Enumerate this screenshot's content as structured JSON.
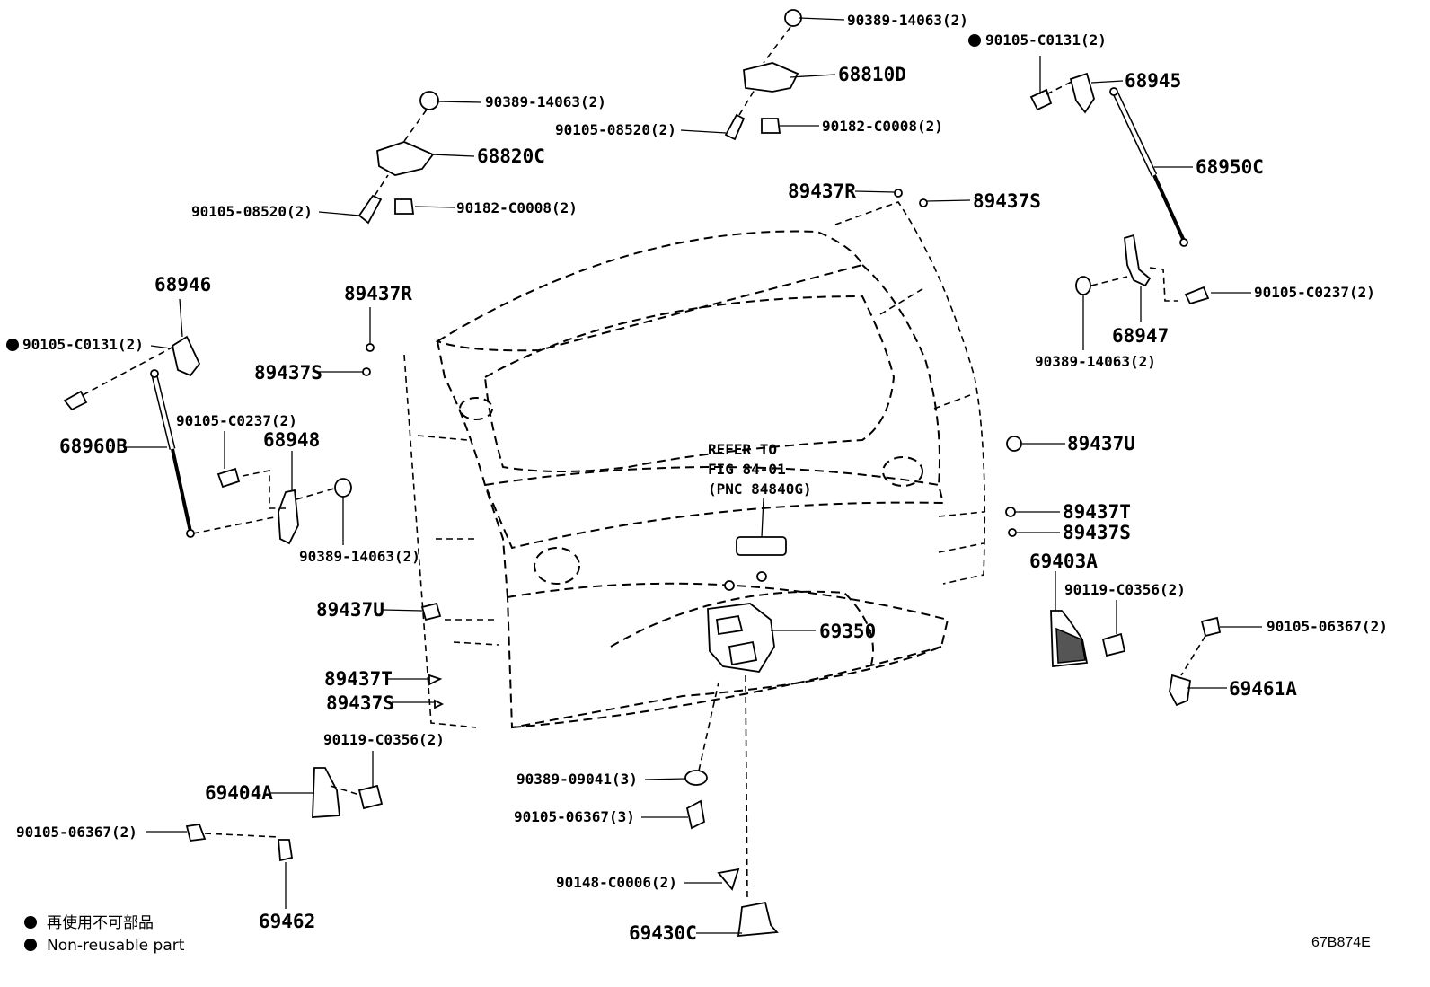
{
  "labels": {
    "l1": "90389-14063(2)",
    "l2": "90105-C0131(2)",
    "l3": "68810D",
    "l4": "68945",
    "l5": "90389-14063(2)",
    "l6": "90105-08520(2)",
    "l7": "90182-C0008(2)",
    "l8": "68820C",
    "l9": "68950C",
    "l10": "90105-08520(2)",
    "l11": "90182-C0008(2)",
    "l12": "89437R",
    "l13": "89437S",
    "l14": "68946",
    "l15": "89437R",
    "l16": "90105-C0237(2)",
    "l17": "90105-C0131(2)",
    "l18": "68947",
    "l19": "89437S",
    "l20": "90389-14063(2)",
    "l21": "90105-C0237(2)",
    "l22": "68948",
    "l23": "68960B",
    "l24": "89437U",
    "l25": "90389-14063(2)",
    "l26": "89437T",
    "l27": "89437S",
    "l28": "69403A",
    "l29": "89437U",
    "l30": "90119-C0356(2)",
    "l31": "69350",
    "l32": "90105-06367(2)",
    "l33": "89437T",
    "l34": "69461A",
    "l35": "89437S",
    "l36": "90119-C0356(2)",
    "l37": "69404A",
    "l38": "90389-09041(3)",
    "l39": "90105-06367(2)",
    "l40": "90105-06367(3)",
    "l41": "90148-C0006(2)",
    "l42": "69462",
    "l43": "69430C"
  },
  "refer": {
    "line1": "REFER TO",
    "line2": "FIG 84-01",
    "line3": "(PNC 84840G)"
  },
  "legend": {
    "jp": "再使用不可部品",
    "en": "Non-reusable part"
  },
  "illustration_id": "67B874E"
}
